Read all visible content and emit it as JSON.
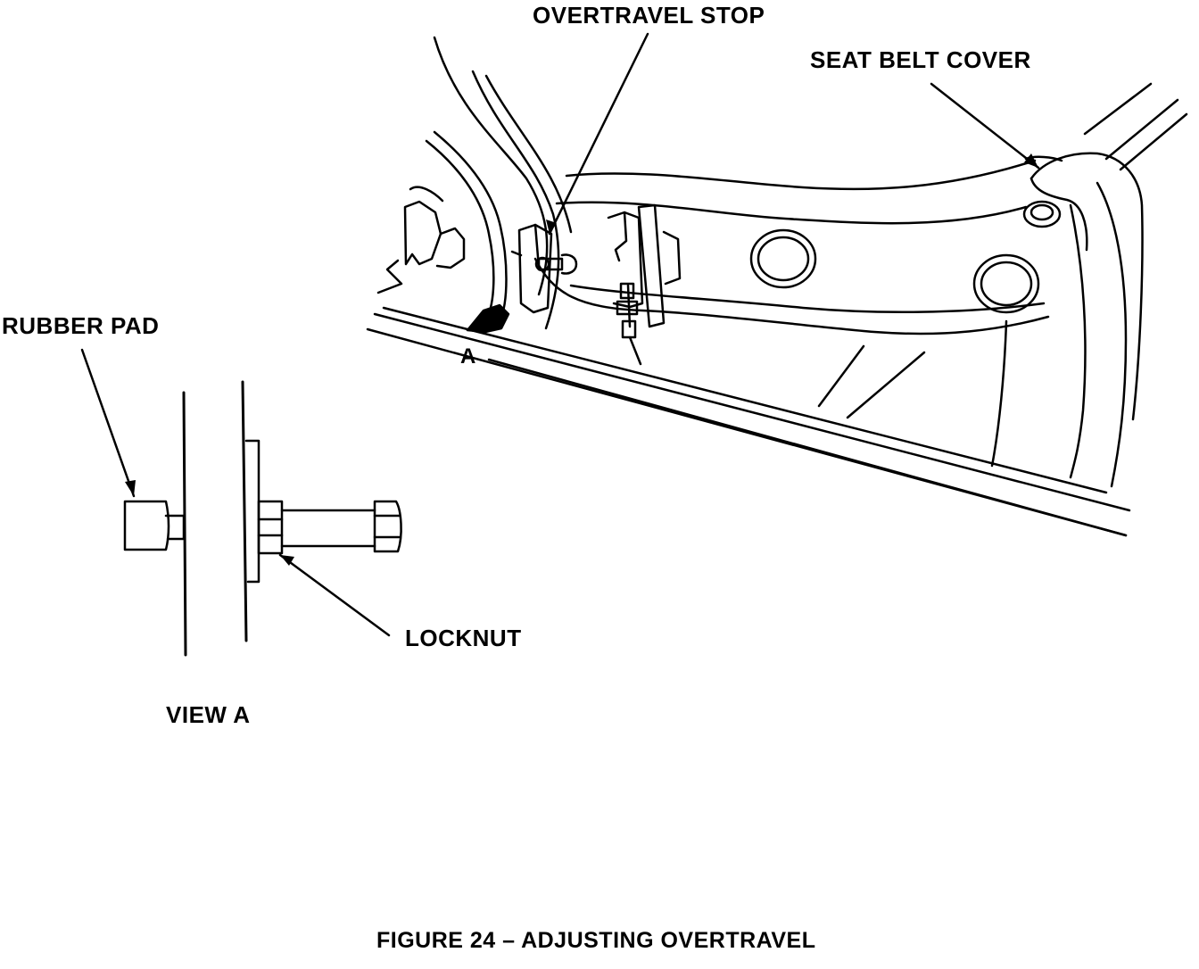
{
  "labels": {
    "overtravel_stop": "OVERTRAVEL STOP",
    "seat_belt_cover": "SEAT BELT COVER",
    "rubber_pad": "RUBBER PAD",
    "view_marker": "A",
    "locknut": "LOCKNUT",
    "view_a": "VIEW A"
  },
  "caption": "FIGURE 24 – ADJUSTING OVERTRAVEL",
  "colors": {
    "ink": "#000000",
    "paper": "#ffffff"
  }
}
